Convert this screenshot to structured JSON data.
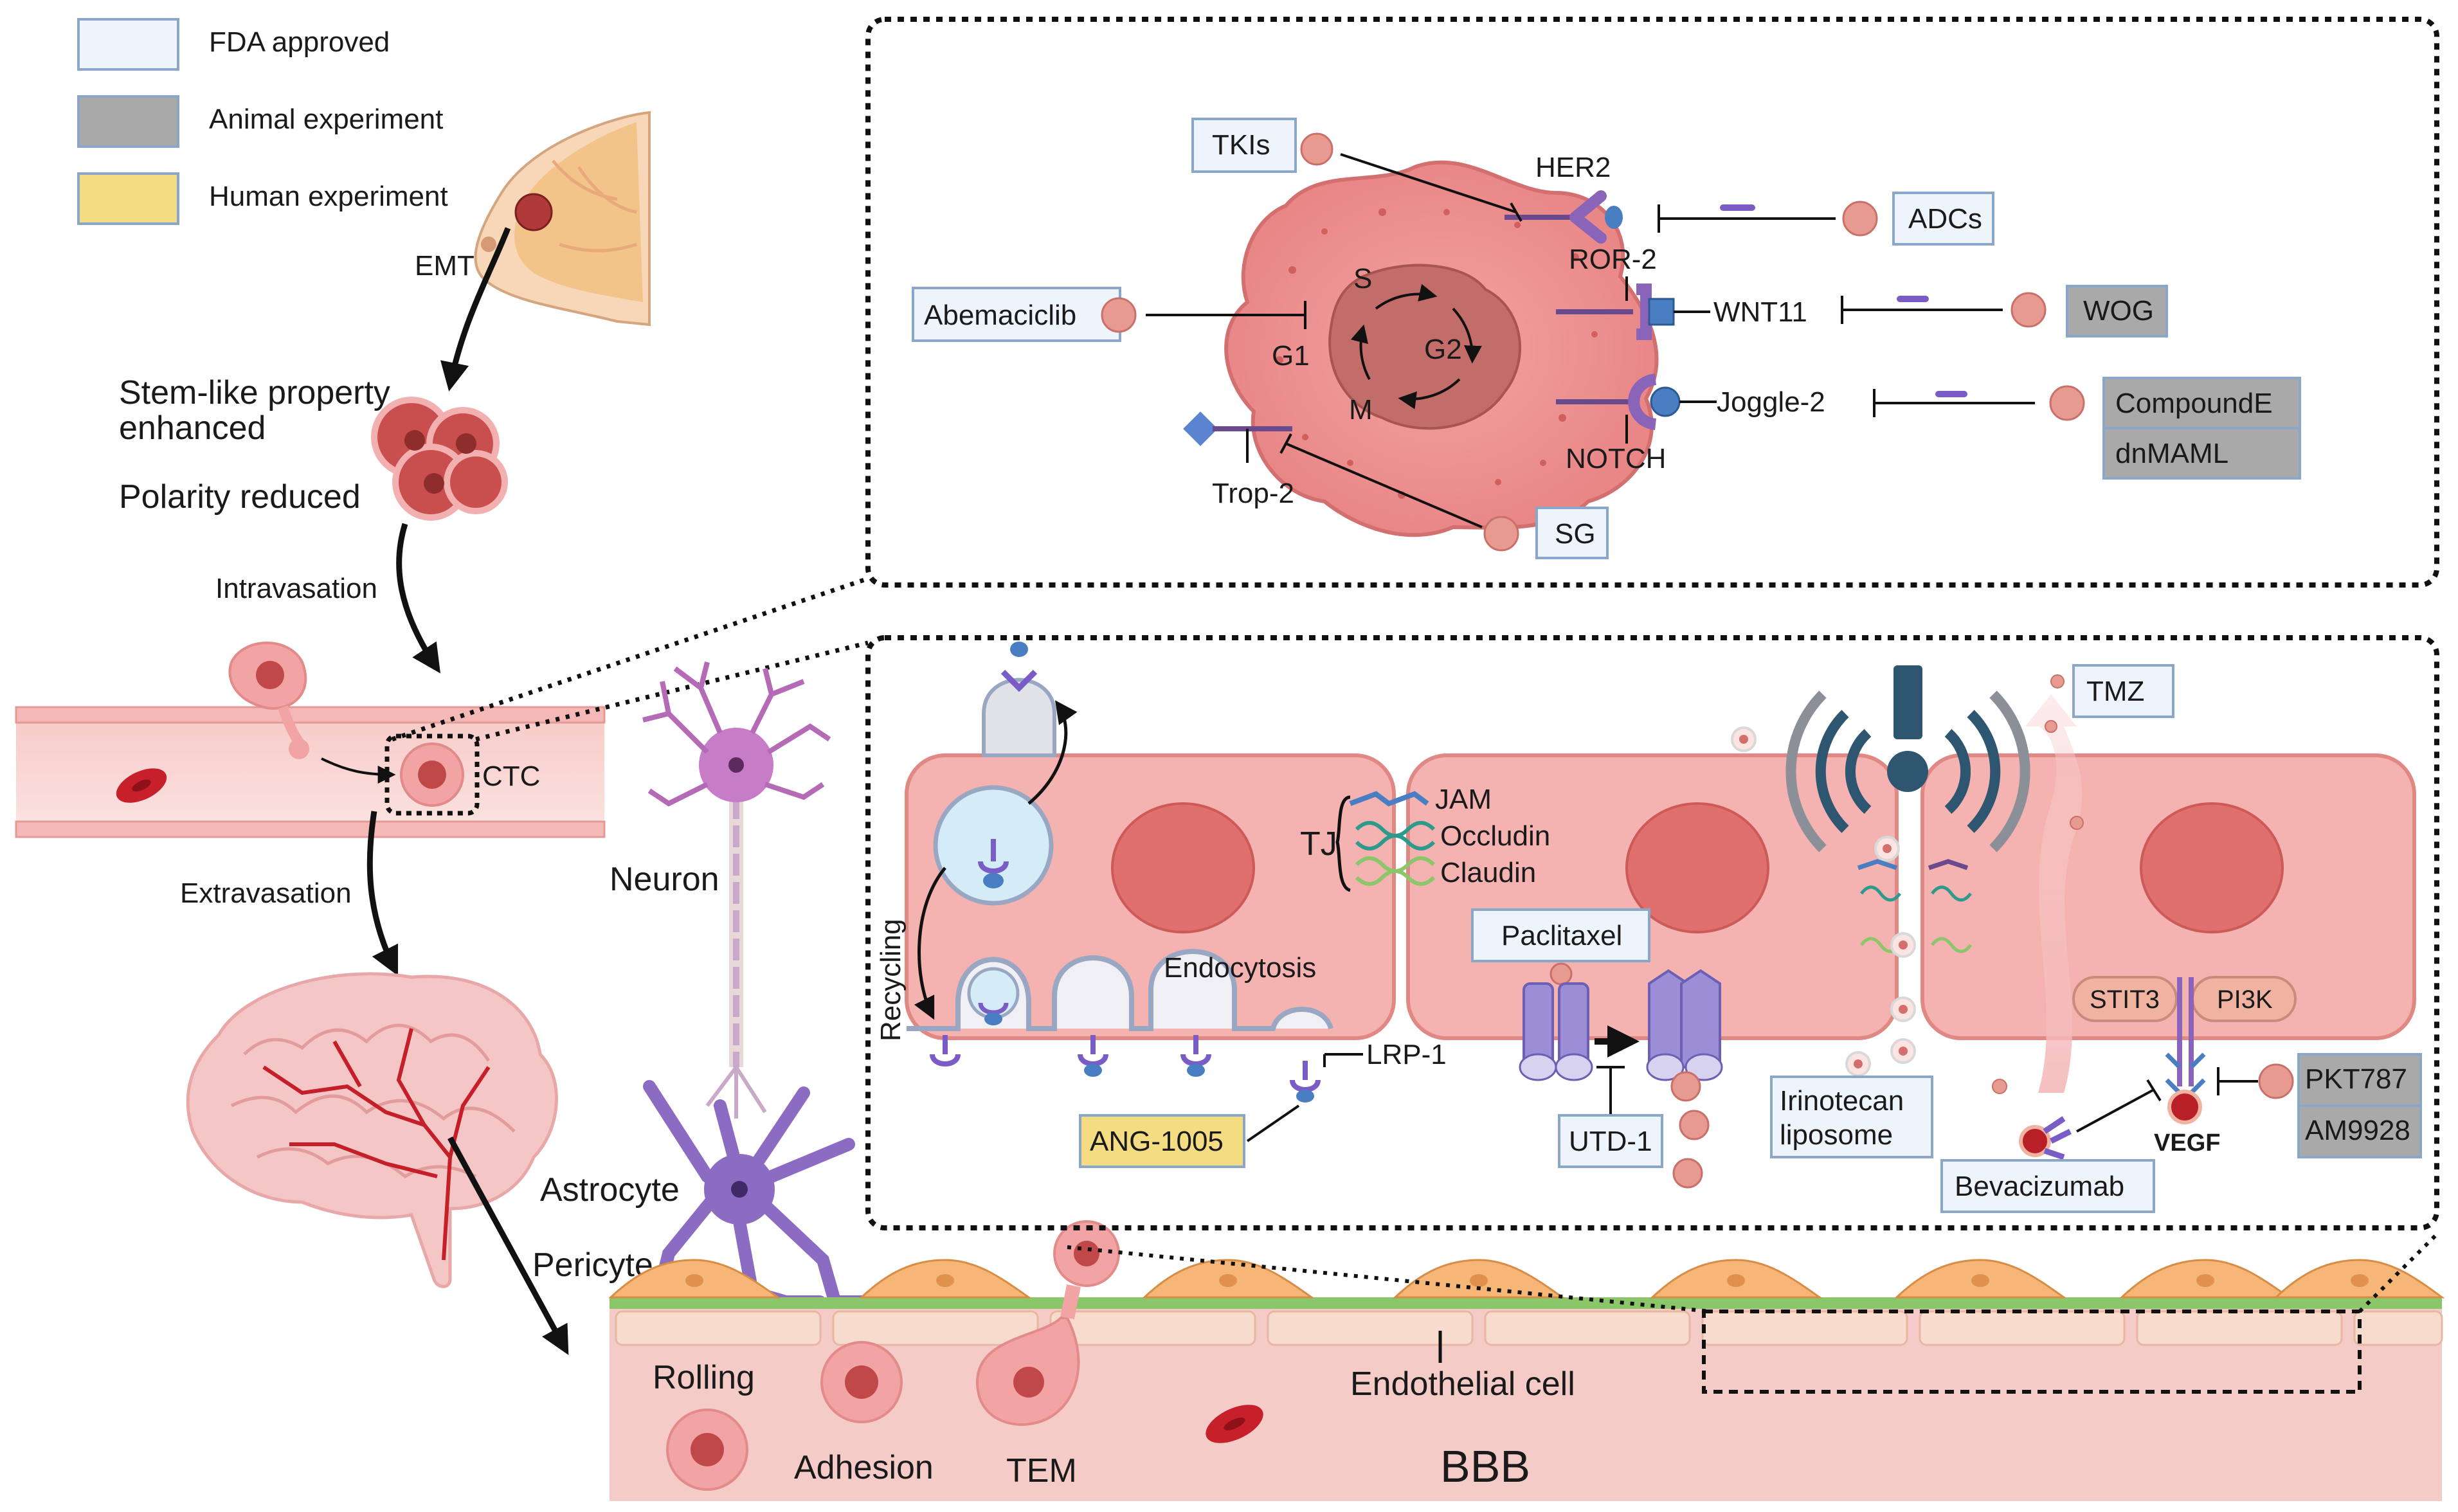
{
  "legend": [
    {
      "label": "FDA approved",
      "color": "#edf4fc"
    },
    {
      "label": "Animal experiment",
      "color": "#a9a9a9"
    },
    {
      "label": "Human experiment",
      "color": "#f4dc82"
    }
  ],
  "metastasis": {
    "emt": "EMT",
    "stem_like_line1": "Stem-like property",
    "stem_like_line2": "enhanced",
    "polarity": "Polarity reduced",
    "intravasation": "Intravasation",
    "ctc": "CTC",
    "extravasation": "Extravasation"
  },
  "bbb_scene": {
    "neuron": "Neuron",
    "astrocyte": "Astrocyte",
    "pericyte": "Pericyte",
    "rolling": "Rolling",
    "adhesion": "Adhesion",
    "tem": "TEM",
    "endothelial_cell": "Endothelial cell",
    "bbb": "BBB"
  },
  "tumor_cell_panel": {
    "cycle": {
      "s": "S",
      "g1": "G1",
      "g2": "G2",
      "m": "M"
    },
    "receptors": {
      "her2": "HER2",
      "ror2": "ROR-2",
      "wnt11": "WNT11",
      "joggle2": "Joggle-2",
      "notch": "NOTCH",
      "trop2": "Trop-2"
    },
    "drugs": {
      "tkis": "TKIs",
      "adcs": "ADCs",
      "abemaciclib": "Abemaciclib",
      "wog": "WOG",
      "compounde": "CompoundE",
      "dnmaml": "dnMAML",
      "sg": "SG"
    }
  },
  "bbb_panel": {
    "recycling": "Recycling",
    "endocytosis": "Endocytosis",
    "lrp1": "LRP-1",
    "ang1005": "ANG-1005",
    "tj": "TJ",
    "jam": "JAM",
    "occludin": "Occludin",
    "claudin": "Claudin",
    "paclitaxel": "Paclitaxel",
    "utd1": "UTD-1",
    "irinotecan_line1": "Irinotecan",
    "irinotecan_line2": "liposome",
    "tmz": "TMZ",
    "stit3": "STIT3",
    "pi3k": "PI3K",
    "vegf": "VEGF",
    "bevacizumab": "Bevacizumab",
    "pkt787": "PKT787",
    "am9928": "AM9928"
  }
}
